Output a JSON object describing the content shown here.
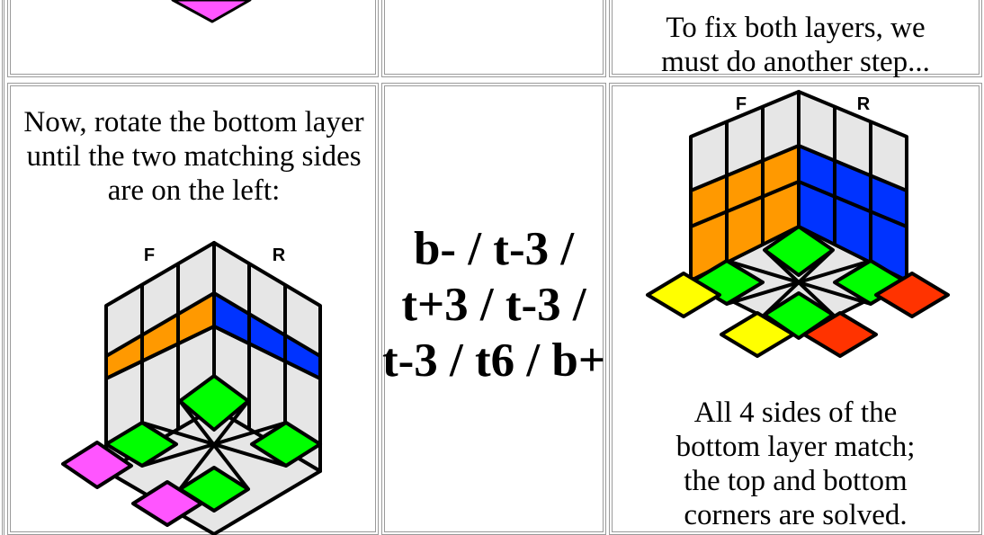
{
  "top_right_text": [
    "To fix both layers, we",
    "must do another step..."
  ],
  "left_text": [
    "Now, rotate the bottom layer",
    "until the two matching sides",
    "are on the left:"
  ],
  "moves": [
    "b- / t-3 /",
    "t+3 / t-3 /",
    "t-3 / t6 / b+"
  ],
  "bottom_right_text": [
    "All 4 sides of the",
    "bottom layer match;",
    "the top and bottom",
    "corners are solved."
  ],
  "face_labels": {
    "front": "F",
    "right": "R"
  },
  "colors": {
    "orange": "#ff9900",
    "blue": "#0033ff",
    "green": "#00ff00",
    "yellow": "#ffff00",
    "red": "#ff3300",
    "magenta": "#ff55ff",
    "grey": "#e6e6e6"
  }
}
